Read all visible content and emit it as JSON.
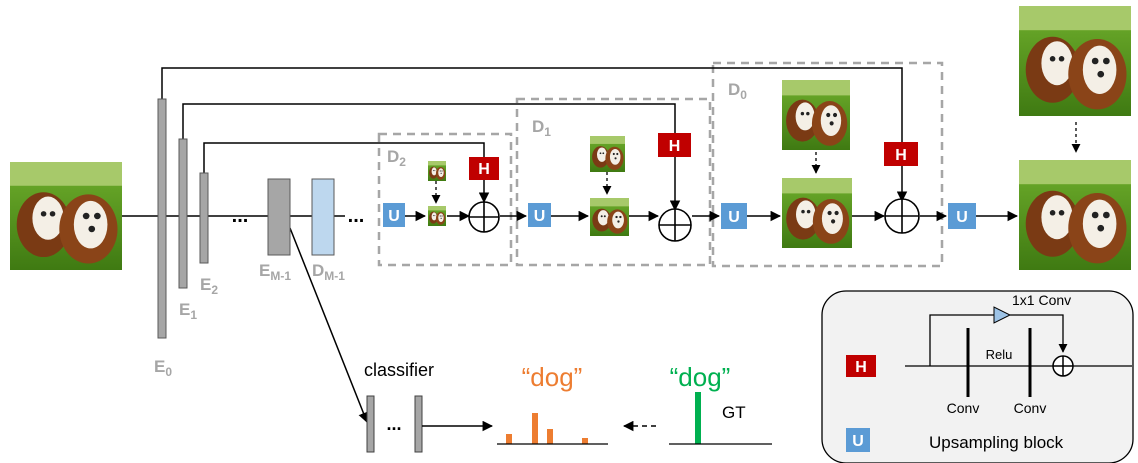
{
  "encoder_labels": {
    "e0": "E",
    "e0_sub": "0",
    "e1": "E",
    "e1_sub": "1",
    "e2": "E",
    "e2_sub": "2",
    "em1": "E",
    "em1_sub": "M-1",
    "dm1": "D",
    "dm1_sub": "M-1"
  },
  "decoder_labels": {
    "d2": "D",
    "d2_sub": "2",
    "d1": "D",
    "d1_sub": "1",
    "d0": "D",
    "d0_sub": "0"
  },
  "ellipsis": "...",
  "blocks": {
    "u": "U",
    "h": "H"
  },
  "classifier": {
    "label": "classifier",
    "ellipsis": "...",
    "pred_label": "“dog”",
    "gt_label": "“dog”",
    "gt_tag": "GT"
  },
  "legend": {
    "h_key": "H",
    "u_key": "U",
    "conv1x1": "1x1 Conv",
    "relu": "Relu",
    "conv_a": "Conv",
    "conv_b": "Conv",
    "u_desc": "Upsampling block"
  },
  "colors": {
    "h_block": "#C00000",
    "u_block": "#5B9BD5",
    "encoder": "#A6A6A6",
    "decoder": "#BDD7EE",
    "pred": "#ED7D31",
    "gt": "#00B050",
    "label_gray": "#A6A6A6"
  }
}
